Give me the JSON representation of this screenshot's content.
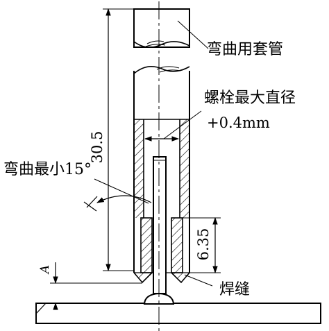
{
  "labels": {
    "bending_sleeve": "弯曲用套管",
    "max_bolt_diameter": "螺栓最大直径",
    "diameter_tolerance": "+0.4mm",
    "min_bend_angle": "弯曲最小15°",
    "weld": "焊缝"
  },
  "dimensions": {
    "sleeve_length": "30.5",
    "counterbore_depth": "6.35",
    "stud_projection": "A"
  },
  "colors": {
    "stroke": "#000000",
    "background": "#ffffff"
  }
}
